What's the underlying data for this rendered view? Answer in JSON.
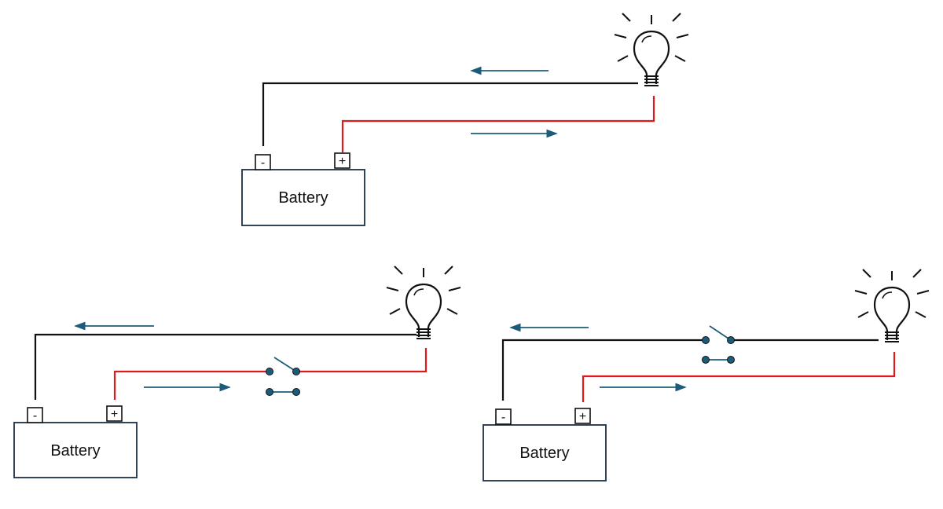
{
  "colors": {
    "neutral_wire": "#111111",
    "positive_wire": "#e0191e",
    "current_arrow": "#1d5b7a",
    "battery_stroke": "#1b2f45",
    "switch_contact": "#1d5b7a"
  },
  "circuits": [
    {
      "battery": {
        "label": "Battery",
        "negative_label": "-",
        "positive_label": "+"
      },
      "switch": "none",
      "icons": [
        "light-bulb-icon"
      ]
    },
    {
      "battery": {
        "label": "Battery",
        "negative_label": "-",
        "positive_label": "+"
      },
      "switch": "open",
      "icons": [
        "light-bulb-icon"
      ]
    },
    {
      "battery": {
        "label": "Battery",
        "negative_label": "-",
        "positive_label": "+"
      },
      "switch": "open",
      "icons": [
        "light-bulb-icon"
      ]
    }
  ]
}
